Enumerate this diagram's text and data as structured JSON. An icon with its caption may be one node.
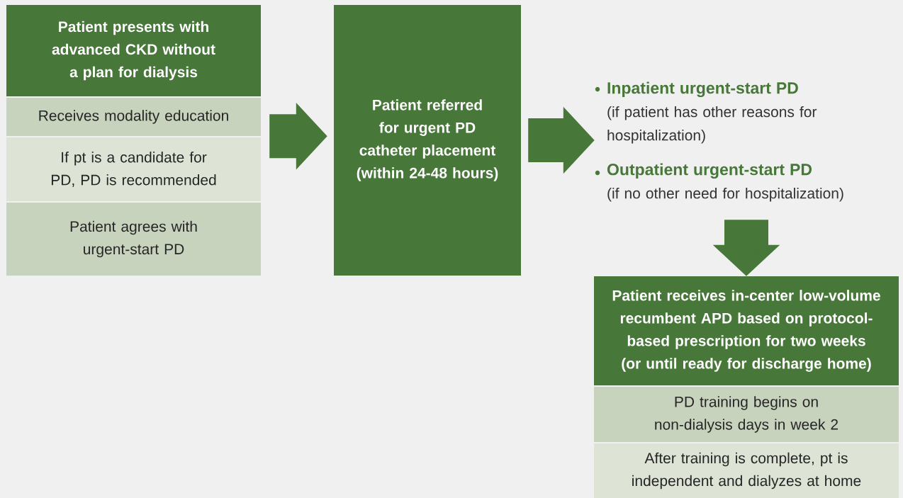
{
  "diagram": {
    "nodes": [
      {
        "text": [
          "Patient presents with advanced CKD without a plan for dialysis"
        ]
      },
      {
        "text": [
          "Receives modality education"
        ]
      },
      {
        "text": [
          "If pt is a candidate for PD, PD is recommended"
        ]
      },
      {
        "text": [
          "Patient agrees with urgent-start PD"
        ]
      },
      {
        "text": [
          "Patient referred for urgent PD catheter placement (within 24-48 hours)"
        ]
      },
      {
        "text": [
          "Inpatient urgent-start PD",
          "(if patient has other reasons for hospitalization)",
          "Outpatient urgent-start PD",
          "(if no other need for hospitalization)"
        ]
      },
      {
        "text": [
          "Patient receives in-center low-volume recumbent APD based on protocol-based prescription for two weeks (or until ready for discharge home)"
        ]
      },
      {
        "text": [
          "PD training begins on non-dialysis days in week 2"
        ]
      },
      {
        "text": [
          "After training is complete, pt is independent and dialyzes at home"
        ]
      }
    ],
    "edges": [
      {
        "from": 1,
        "to": 4,
        "arrow": "to"
      },
      {
        "from": 4,
        "to": 5,
        "arrow": "to"
      },
      {
        "from": 5,
        "to": 6,
        "arrow": "to"
      }
    ]
  }
}
